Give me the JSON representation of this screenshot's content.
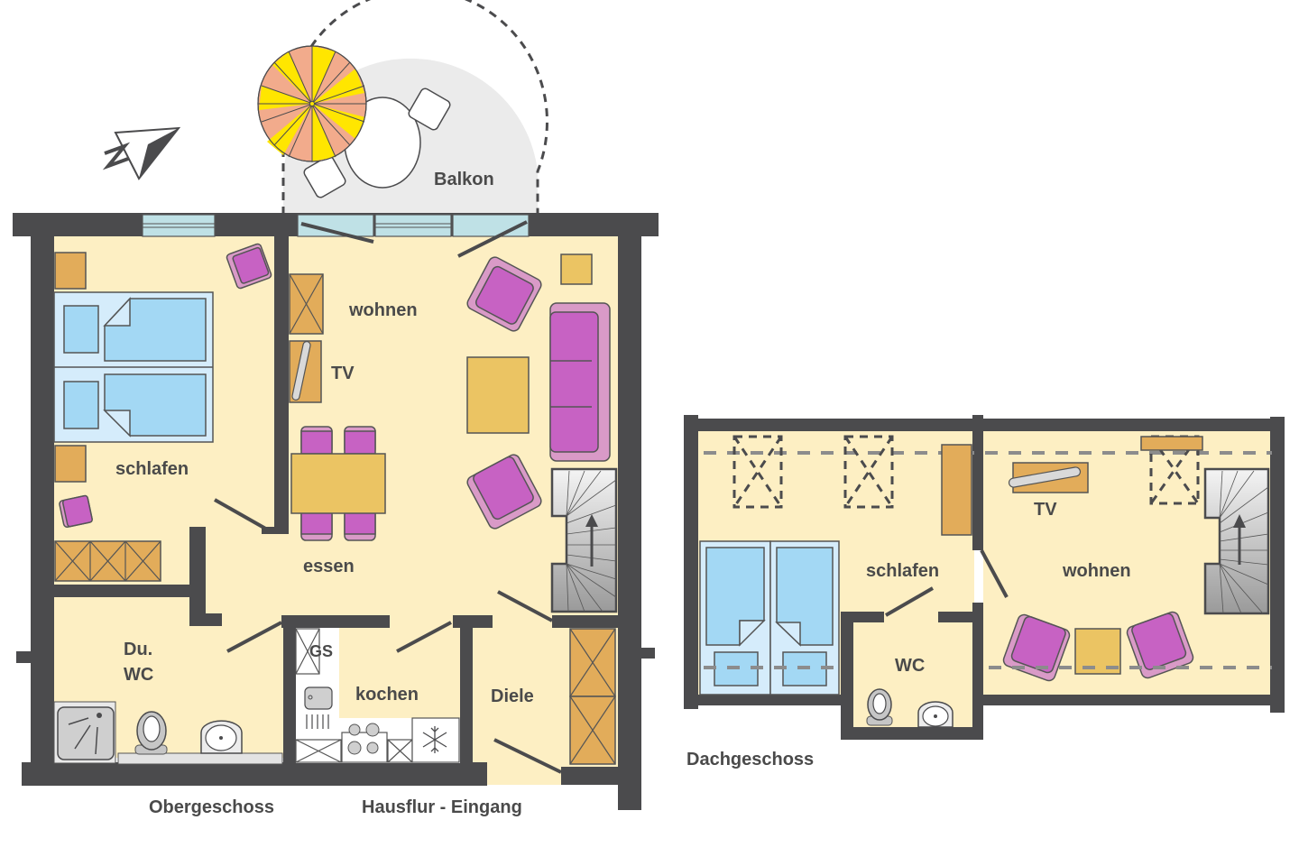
{
  "plan": {
    "upper_floor": {
      "title": "Obergeschoss",
      "rooms": {
        "bedroom": "schlafen",
        "living": "wohnen",
        "tv": "TV",
        "dining": "essen",
        "bathroom_line1": "Du.",
        "bathroom_line2": "WC",
        "kitchen": "kochen",
        "dishwasher": "GS",
        "hall": "Diele",
        "balcony": "Balkon"
      },
      "entrance": "Hausflur - Eingang"
    },
    "attic_floor": {
      "title": "Dachgeschoss",
      "rooms": {
        "bedroom": "schlafen",
        "living": "wohnen",
        "tv": "TV",
        "toilet": "WC"
      }
    },
    "compass": {
      "label": "N",
      "icon": "compass-north-arrow-icon"
    },
    "colors": {
      "wall": "#4b4b4d",
      "floor": "#fdefc3",
      "furniture_wood": "#e2ac5a",
      "table": "#ebc463",
      "seating": "#c762c3",
      "bed": "#a3d8f4",
      "window": "#bfe1e6",
      "balcony": "#ebebeb",
      "umbrella_yellow": "#ffe600",
      "umbrella_salmon": "#f2ab8c"
    }
  }
}
